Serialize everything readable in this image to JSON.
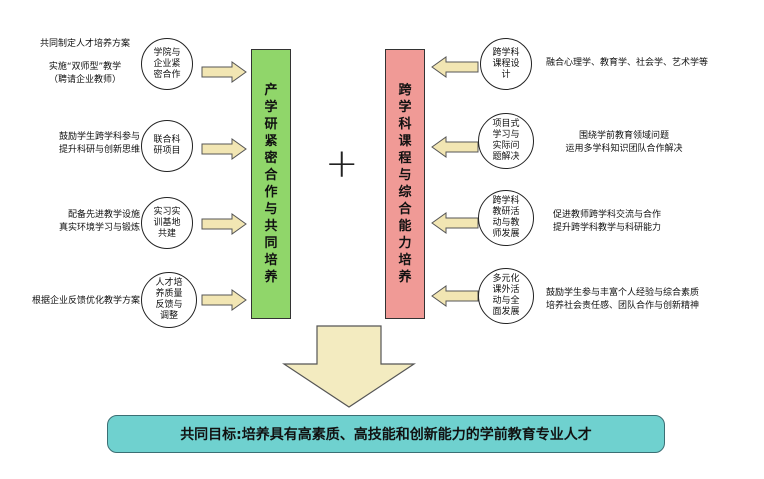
{
  "left_notes": [
    {
      "lines": [
        "共同制定人才培养方案",
        "实施“双师型”教学",
        "（聘请企业教师）"
      ]
    },
    {
      "lines": [
        "鼓励学生跨学科参与",
        "提升科研与创新思维"
      ]
    },
    {
      "lines": [
        "配备先进教学设施",
        "真实环境学习与锻炼"
      ]
    },
    {
      "lines": [
        "根据企业反馈优化教学方案"
      ]
    }
  ],
  "left_circles": [
    {
      "label": "学院与\n企业紧\n密合作"
    },
    {
      "label": "联合科\n研项目"
    },
    {
      "label": "实习实\n训基地\n共建"
    },
    {
      "label": "人才培\n养质量\n反馈与\n调整"
    }
  ],
  "left_bar": {
    "label": "产学研紧密合作与共同培养",
    "color": "#90d66a"
  },
  "plus_sign": "+",
  "right_bar": {
    "label": "跨学科课程与综合能力培养",
    "color": "#f09a96"
  },
  "right_circles": [
    {
      "label": "跨学科\n课程设\n计"
    },
    {
      "label": "项目式\n学习与\n实际问\n题解决"
    },
    {
      "label": "跨学科\n教研活\n动与教\n师发展"
    },
    {
      "label": "多元化\n课外活\n动与全\n面发展"
    }
  ],
  "right_notes": [
    {
      "lines": [
        "融合心理学、教育学、社会学、艺术学等"
      ]
    },
    {
      "lines": [
        "围绕学前教育领域问题",
        "运用多学科知识团队合作解决"
      ]
    },
    {
      "lines": [
        "促进教师跨学科交流与合作",
        "提升跨学科教学与科研能力"
      ]
    },
    {
      "lines": [
        "鼓励学生参与丰富个人经验与综合素质",
        "培养社会责任感、团队合作与创新精神"
      ]
    }
  ],
  "goal": {
    "label": "共同目标:培养具有高素质、高技能和创新能力的学前教育专业人才",
    "color": "#6fd1cf"
  },
  "colors": {
    "arrow_fill": "#f2e6b3",
    "arrow_stroke": "#555555",
    "big_arrow_fill": "#f3ebc0"
  }
}
